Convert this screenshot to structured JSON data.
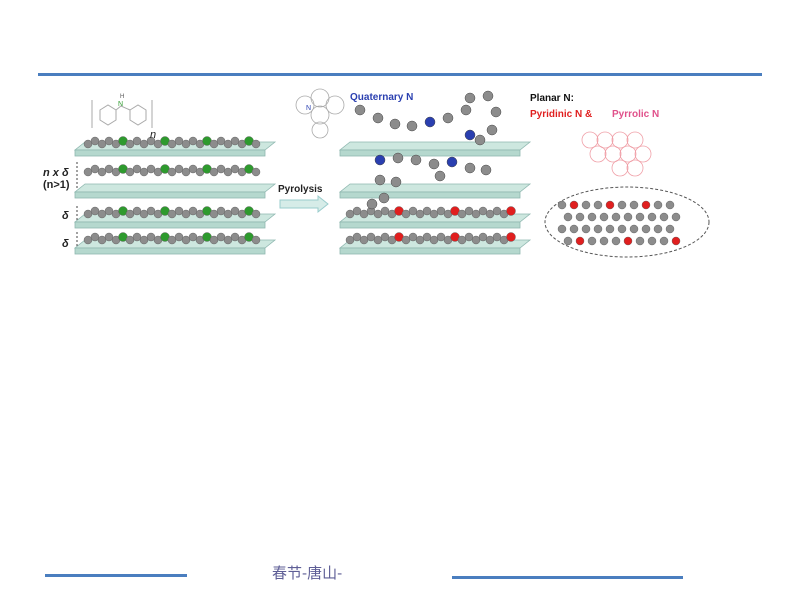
{
  "diagram": {
    "left": {
      "monomer_label": "n",
      "nh_label": "N",
      "h_label": "H",
      "spacing_label": "n x δ",
      "spacing_condition": "(n>1)",
      "delta_1": "δ",
      "delta_2": "δ"
    },
    "arrow_label": "Pyrolysis",
    "right": {
      "quaternary_label": "Quaternary N",
      "planar_label": "Planar N:",
      "pyridinic_label": "Pyridinic N &",
      "pyrrolic_label": "Pyrrolic N",
      "n_atom": "N"
    },
    "colors": {
      "carbon": "#8c8c8c",
      "aniline_n": "#2e9a2e",
      "quaternary_n": "#2a3fb0",
      "planar_n": "#e01f1f",
      "pyrrolic": "#e0508a",
      "slab": "#cde7df"
    }
  },
  "footer": {
    "text": "春节-唐山-"
  }
}
